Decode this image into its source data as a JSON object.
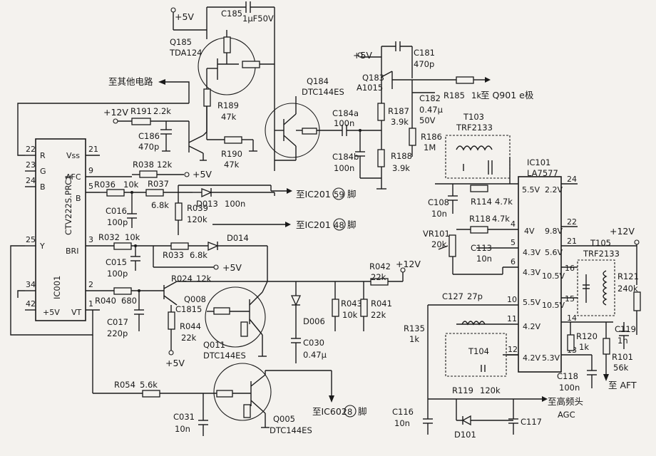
{
  "ic001": {
    "part": "IC001",
    "model": "CTV222S.PRC1",
    "pins": [
      {
        "num": "22",
        "name": "R"
      },
      {
        "num": "23",
        "name": "G"
      },
      {
        "num": "24",
        "name": "B"
      },
      {
        "num": "25",
        "name": "Y"
      },
      {
        "num": "34",
        "name": ""
      },
      {
        "num": "42",
        "name": "+5V"
      },
      {
        "num": "21",
        "name": "Vss"
      },
      {
        "num": "9",
        "name": "AFC"
      },
      {
        "num": "5",
        "name": "B"
      },
      {
        "num": "3",
        "name": "BRI"
      },
      {
        "num": "2",
        "name": ""
      },
      {
        "num": "1",
        "name": "VT"
      }
    ]
  },
  "ic101": {
    "part": "IC101",
    "model": "LA7577",
    "left_pins": [
      {
        "num": "",
        "v": "5.5V"
      },
      {
        "num": "4",
        "v": "4V"
      },
      {
        "num": "5",
        "v": "4.3V"
      },
      {
        "num": "6",
        "v": "4.3V"
      },
      {
        "num": "10",
        "v": "5.5V"
      },
      {
        "num": "11",
        "v": "4.2V"
      },
      {
        "num": "12",
        "v": "4.2V"
      }
    ],
    "right_pins": [
      {
        "num": "24",
        "v": "2.2V"
      },
      {
        "num": "22",
        "v": "9.8V"
      },
      {
        "num": "21",
        "v": "5.6V"
      },
      {
        "num": "16",
        "v": "10.5V"
      },
      {
        "num": "15",
        "v": "10.5V"
      },
      {
        "num": "14",
        "v": ""
      },
      {
        "num": "13",
        "v": "5.3V"
      }
    ]
  },
  "transistors": [
    {
      "ref": "Q185",
      "model": "TDA124"
    },
    {
      "ref": "Q184",
      "model": "DTC144ES"
    },
    {
      "ref": "Q183",
      "model": "A1015"
    },
    {
      "ref": "Q008",
      "model": "C1815"
    },
    {
      "ref": "Q011",
      "model": "DTC144ES"
    },
    {
      "ref": "Q005",
      "model": "DTC144ES"
    }
  ],
  "resistors": [
    {
      "ref": "R191",
      "val": "2.2k"
    },
    {
      "ref": "R189",
      "val": "47k"
    },
    {
      "ref": "R190",
      "val": "47k"
    },
    {
      "ref": "R187",
      "val": "3.9k"
    },
    {
      "ref": "R188",
      "val": "3.9k"
    },
    {
      "ref": "R186",
      "val": "1M"
    },
    {
      "ref": "R185",
      "val": "1k"
    },
    {
      "ref": "R038",
      "val": "12k"
    },
    {
      "ref": "R036",
      "val": "10k"
    },
    {
      "ref": "R037",
      "val": "6.8k"
    },
    {
      "ref": "R039",
      "val": "120k"
    },
    {
      "ref": "R032",
      "val": "10k"
    },
    {
      "ref": "R033",
      "val": "6.8k"
    },
    {
      "ref": "R024",
      "val": "12k"
    },
    {
      "ref": "R040",
      "val": "680"
    },
    {
      "ref": "R044",
      "val": "22k"
    },
    {
      "ref": "R042",
      "val": "22k"
    },
    {
      "ref": "R043",
      "val": "10k"
    },
    {
      "ref": "R041",
      "val": "22k"
    },
    {
      "ref": "R054",
      "val": "5.6k"
    },
    {
      "ref": "R114",
      "val": "4.7k"
    },
    {
      "ref": "R118",
      "val": "4.7k"
    },
    {
      "ref": "R135",
      "val": "1k"
    },
    {
      "ref": "R119",
      "val": "120k"
    },
    {
      "ref": "R120",
      "val": "1k"
    },
    {
      "ref": "R101",
      "val": "56k"
    },
    {
      "ref": "R121",
      "val": "240k"
    }
  ],
  "capacitors": [
    {
      "ref": "C185",
      "val": "1μF50V"
    },
    {
      "ref": "C181",
      "val": "470p"
    },
    {
      "ref": "C182",
      "val": "0.47μ"
    },
    {
      "ref": "C182v",
      "val": "50V"
    },
    {
      "ref": "C184a",
      "val": "100n"
    },
    {
      "ref": "C184b",
      "val": "100n"
    },
    {
      "ref": "C186",
      "val": "470p"
    },
    {
      "ref": "C016",
      "val": "100p"
    },
    {
      "ref": "C015",
      "val": "100p"
    },
    {
      "ref": "C017",
      "val": "220p"
    },
    {
      "ref": "C030",
      "val": "0.47μ"
    },
    {
      "ref": "C031",
      "val": "10n"
    },
    {
      "ref": "C108",
      "val": "10n"
    },
    {
      "ref": "C113",
      "val": "10n"
    },
    {
      "ref": "C127",
      "val": "27p"
    },
    {
      "ref": "C116",
      "val": "10n"
    },
    {
      "ref": "C118",
      "val": "100n"
    },
    {
      "ref": "C119",
      "val": "1n"
    },
    {
      "ref": "C117",
      "val": ""
    }
  ],
  "diodes": [
    {
      "ref": "D013",
      "val": "100n"
    },
    {
      "ref": "D014",
      "val": ""
    },
    {
      "ref": "D006",
      "val": ""
    },
    {
      "ref": "D101",
      "val": ""
    }
  ],
  "coils": [
    {
      "ref": "T103",
      "model": "TRF2133"
    },
    {
      "ref": "T104",
      "model": ""
    },
    {
      "ref": "T105",
      "model": "TRF2133"
    }
  ],
  "vr": {
    "ref": "VR101",
    "val": "20k"
  },
  "supply": "+5V",
  "supply12": "+12V",
  "notes": {
    "to_other": "至其他电路",
    "to_q901": "至 Q901 e极",
    "to_ic201_59": "至IC201",
    "pin59": "59",
    "to_ic201_48": "至IC201",
    "pin48": "48",
    "jiao": "脚",
    "to_ic602": "至IC602",
    "pin8": "8",
    "to_tuner": "至高频头",
    "agc": "AGC",
    "to_aft": "至 AFT"
  }
}
